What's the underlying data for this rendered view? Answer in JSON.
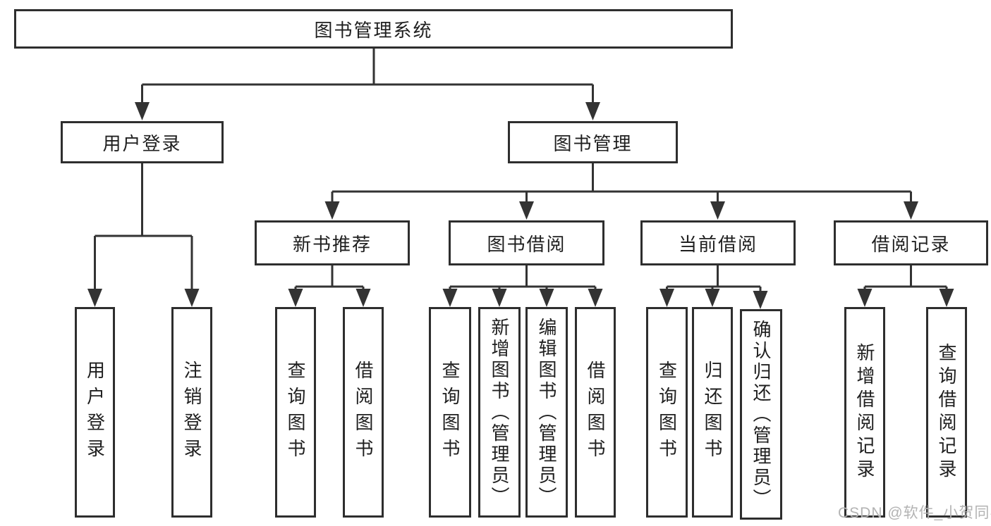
{
  "diagram": {
    "root": {
      "label": "图书管理系统"
    },
    "branches": [
      {
        "label": "用户登录",
        "children": [
          {
            "label": "用户登录"
          },
          {
            "label": "注销登录"
          }
        ]
      },
      {
        "label": "图书管理",
        "children": [
          {
            "label": "新书推荐",
            "children": [
              {
                "label": "查询图书"
              },
              {
                "label": "借阅图书"
              }
            ]
          },
          {
            "label": "图书借阅",
            "children": [
              {
                "label": "查询图书"
              },
              {
                "label": "新增图书（管理员）"
              },
              {
                "label": "编辑图书（管理员）"
              },
              {
                "label": "借阅图书"
              }
            ]
          },
          {
            "label": "当前借阅",
            "children": [
              {
                "label": "查询图书"
              },
              {
                "label": "归还图书"
              },
              {
                "label": "确认归还（管理员）"
              }
            ]
          },
          {
            "label": "借阅记录",
            "children": [
              {
                "label": "新增借阅记录"
              },
              {
                "label": "查询借阅记录"
              }
            ]
          }
        ]
      }
    ]
  },
  "watermark": {
    "text": "CSDN @软件_小贺同学"
  },
  "colors": {
    "line": "#333333",
    "box_border": "#2e2e2e",
    "text": "#1f1f1f",
    "watermark": "#b3b3b3",
    "background": "#ffffff"
  }
}
